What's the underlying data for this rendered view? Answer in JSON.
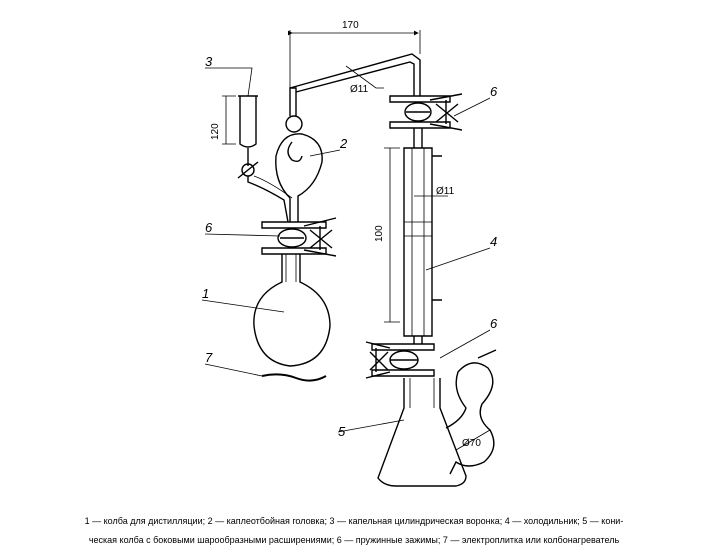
{
  "figure": {
    "dimensions": {
      "width_170": "170",
      "dia_11_top": "Ø11",
      "height_120": "120",
      "dia_11_condenser": "Ø11",
      "height_100": "100",
      "dia_70": "Ø70"
    },
    "callouts": {
      "n1": "1",
      "n2": "2",
      "n3": "3",
      "n4": "4",
      "n5": "5",
      "n6a": "6",
      "n6b": "6",
      "n6c": "6",
      "n7": "7"
    }
  },
  "caption": {
    "line1": "1 — колба для дистилляции; 2 — каплеотбойная головка; 3 — капельная цилиндрическая воронка; 4 — холодильник; 5 — кони-",
    "line2": "ческая колба с боковыми шарообразными расширениями; 6 — пружинные зажимы; 7 — электроплитка или колбонагреватель"
  }
}
